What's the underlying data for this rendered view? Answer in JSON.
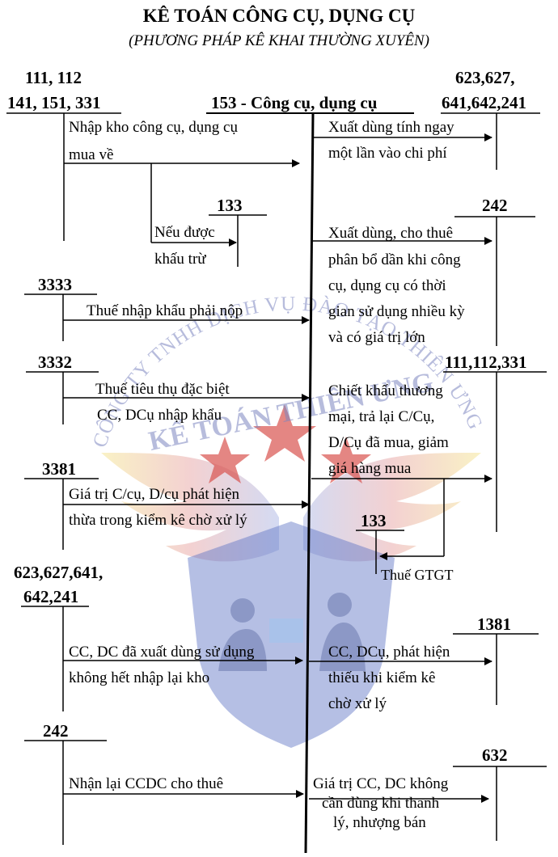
{
  "title": "KÊ TOÁN CÔNG CỤ, DỤNG CỤ",
  "subtitle": "(PHƯƠNG PHÁP KÊ KHAI THƯỜNG XUYÊN)",
  "center_account": "153 - Công cụ, dụng cụ",
  "accounts": {
    "top_left_1": "111, 112",
    "top_left_2": "141, 151, 331",
    "top_right_1": "623,627,",
    "top_right_2": "641,642,241",
    "acc_133_left": "133",
    "acc_242_right": "242",
    "acc_3333": "3333",
    "acc_3332": "3332",
    "acc_111_112_331": "111,112,331",
    "acc_3381": "3381",
    "acc_133_right": "133",
    "acc_623_1": "623,627,641,",
    "acc_623_2": "642,241",
    "acc_1381": "1381",
    "acc_242_left": "242",
    "acc_632": "632"
  },
  "left_entries": {
    "purchase_1": "Nhập kho công cụ, dụng cụ",
    "purchase_2": "mua về",
    "deduct_1": "Nếu được",
    "deduct_2": "khấu trừ",
    "import_tax": "Thuế nhập khẩu phải nộp",
    "excise_1": "Thuế tiêu thụ đặc biệt",
    "excise_2": "CC, DCụ nhập khẩu",
    "surplus_1": "Giá trị C/cụ, D/cụ phát hiện",
    "surplus_2": "thừa trong kiểm kê chờ xử lý",
    "returned_1": "CC, DC đã xuất dùng sử dụng",
    "returned_2": "không hết nhập lại kho",
    "lease_back": "Nhận lại CCDC cho thuê"
  },
  "right_entries": {
    "issue_1": "Xuất dùng tính ngay",
    "issue_2": "một lần vào chi phí",
    "alloc_1": "Xuất dùng, cho thuê",
    "alloc_2": "phân bổ dần khi công",
    "alloc_3": "cụ, dụng cụ có thời",
    "alloc_4": "gian sử dụng nhiều kỳ",
    "alloc_5": "và có giá trị lớn",
    "discount_1": "Chiết khấu thương",
    "discount_2": "mại, trả lại C/Cụ,",
    "discount_3": "D/Cụ đã mua, giảm",
    "discount_4": "giá hàng mua",
    "vat": "Thuế GTGT",
    "shortage_1": "CC, DCụ, phát hiện",
    "shortage_2": "thiếu khi kiểm kê",
    "shortage_3": "chờ xử lý",
    "disposal_1": "Giá trị CC, DC không",
    "disposal_2": "cần dùng khi thanh",
    "disposal_3": "lý, nhượng bán"
  },
  "watermark": {
    "arc_text": "CÔNG TY TNHH DỊCH VỤ ĐÀO TẠO THIÊN ƯNG",
    "brand": "KẾ TOÁN THIÊN ƯNG"
  }
}
